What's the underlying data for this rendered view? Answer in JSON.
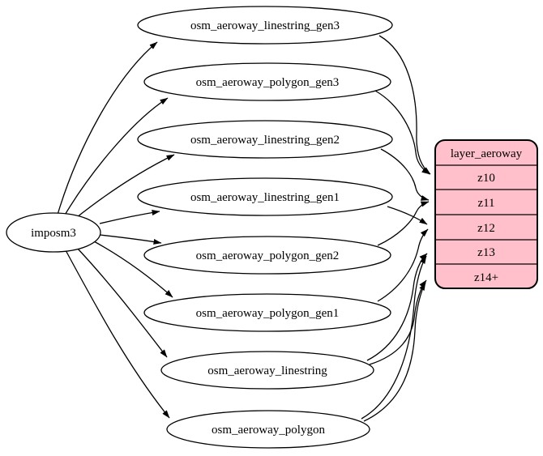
{
  "diagram": {
    "source": {
      "label": "imposm3"
    },
    "tables": [
      {
        "label": "osm_aeroway_linestring_gen3"
      },
      {
        "label": "osm_aeroway_polygon_gen3"
      },
      {
        "label": "osm_aeroway_linestring_gen2"
      },
      {
        "label": "osm_aeroway_linestring_gen1"
      },
      {
        "label": "osm_aeroway_polygon_gen2"
      },
      {
        "label": "osm_aeroway_polygon_gen1"
      },
      {
        "label": "osm_aeroway_linestring"
      },
      {
        "label": "osm_aeroway_polygon"
      }
    ],
    "layer": {
      "title": "layer_aeroway",
      "zoom_levels": [
        "z10",
        "z11",
        "z12",
        "z13",
        "z14+"
      ],
      "fill": "#FFC0CB"
    },
    "colors": {
      "background": "#ffffff",
      "edge": "#000000",
      "table_fill": "#ffffff",
      "stroke": "#000000"
    },
    "edges": [
      {
        "from": "imposm3",
        "to": "osm_aeroway_linestring_gen3"
      },
      {
        "from": "imposm3",
        "to": "osm_aeroway_polygon_gen3"
      },
      {
        "from": "imposm3",
        "to": "osm_aeroway_linestring_gen2"
      },
      {
        "from": "imposm3",
        "to": "osm_aeroway_linestring_gen1"
      },
      {
        "from": "imposm3",
        "to": "osm_aeroway_polygon_gen2"
      },
      {
        "from": "imposm3",
        "to": "osm_aeroway_polygon_gen1"
      },
      {
        "from": "imposm3",
        "to": "osm_aeroway_linestring"
      },
      {
        "from": "imposm3",
        "to": "osm_aeroway_polygon"
      },
      {
        "from": "osm_aeroway_linestring_gen3",
        "to": "z10"
      },
      {
        "from": "osm_aeroway_polygon_gen3",
        "to": "z10"
      },
      {
        "from": "osm_aeroway_linestring_gen2",
        "to": "z11"
      },
      {
        "from": "osm_aeroway_polygon_gen2",
        "to": "z11"
      },
      {
        "from": "osm_aeroway_linestring_gen1",
        "to": "z12"
      },
      {
        "from": "osm_aeroway_polygon_gen1",
        "to": "z12"
      },
      {
        "from": "osm_aeroway_linestring",
        "to": "z13"
      },
      {
        "from": "osm_aeroway_linestring",
        "to": "z14+"
      },
      {
        "from": "osm_aeroway_polygon",
        "to": "z13"
      },
      {
        "from": "osm_aeroway_polygon",
        "to": "z14+"
      }
    ]
  }
}
